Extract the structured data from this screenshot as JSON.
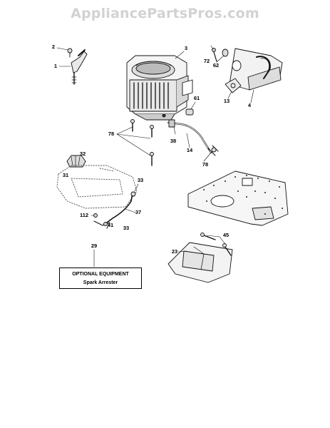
{
  "watermark": "AppliancePartsPros.com",
  "callouts": {
    "c1": "1",
    "c2": "2",
    "c3": "3",
    "c4": "4",
    "c13": "13",
    "c14": "14",
    "c23": "23",
    "c29": "29",
    "c31": "31",
    "c32": "32",
    "c33a": "33",
    "c33b": "33",
    "c37": "37",
    "c38": "38",
    "c41": "41",
    "c45": "45",
    "c61": "61",
    "c62": "62",
    "c72": "72",
    "c78a": "78",
    "c78b": "78",
    "c112": "112"
  },
  "optional_box": {
    "title": "OPTIONAL EQUIPMENT",
    "subtitle": "Spark Arrester"
  }
}
